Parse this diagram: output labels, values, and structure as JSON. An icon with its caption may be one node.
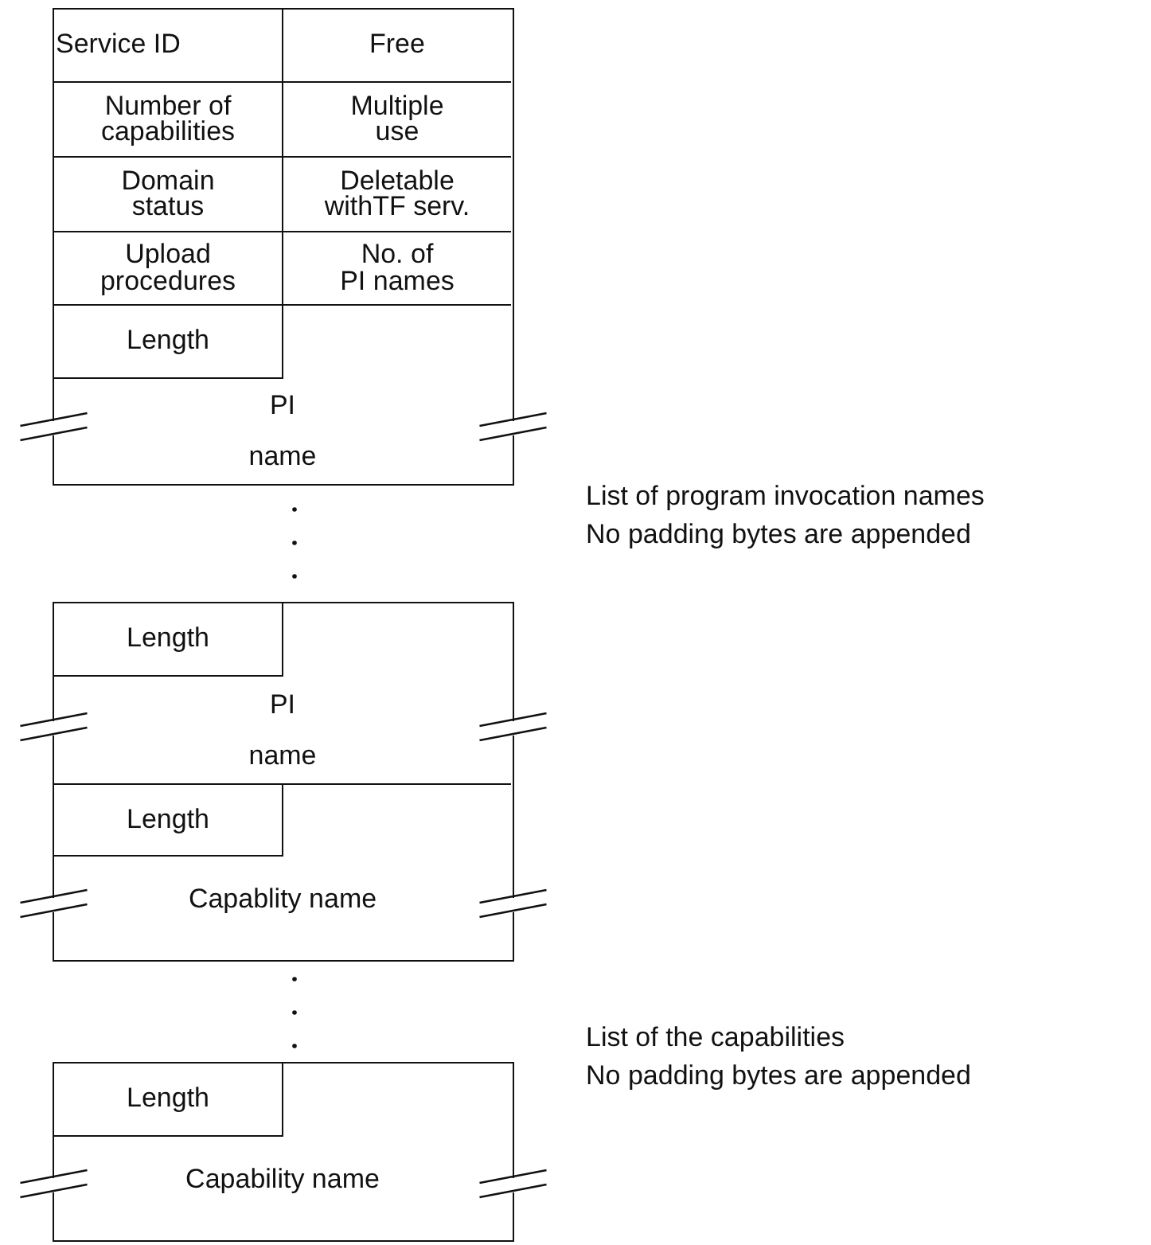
{
  "diagram": {
    "nodes": [
      {
        "text": [],
        "shape": "box"
      },
      {
        "text": [
          "Service ID"
        ],
        "in": 0
      },
      {
        "text": [
          "Free"
        ],
        "in": 0
      },
      {
        "text": [
          "Number of capabilities"
        ],
        "in": 0
      },
      {
        "text": [
          "Multiple use"
        ],
        "in": 0
      },
      {
        "text": [
          "Domain status"
        ],
        "in": 0
      },
      {
        "text": [
          "Deletable withTF serv."
        ],
        "in": 0
      },
      {
        "text": [
          "Upload procedures"
        ],
        "in": 0
      },
      {
        "text": [
          "No. of PI names"
        ],
        "in": 0
      },
      {
        "text": [
          "Length"
        ],
        "in": 0
      },
      {
        "text": [
          "PI name"
        ],
        "in": 0
      },
      {
        "text": [],
        "shape": "box"
      },
      {
        "text": [
          "Length"
        ],
        "in": 11
      },
      {
        "text": [
          "PI name"
        ],
        "in": 11
      },
      {
        "text": [
          "Length"
        ],
        "in": 11
      },
      {
        "text": [
          "Capablity name"
        ],
        "in": 11
      },
      {
        "text": [],
        "shape": "box"
      },
      {
        "text": [
          "Length"
        ],
        "in": 16
      },
      {
        "text": [
          "Capability name"
        ],
        "in": 16
      }
    ],
    "edges": [],
    "labels": [
      "List of program invocation names",
      "No padding bytes are appended",
      "List of the capabilities",
      "No padding bytes are appended"
    ]
  }
}
